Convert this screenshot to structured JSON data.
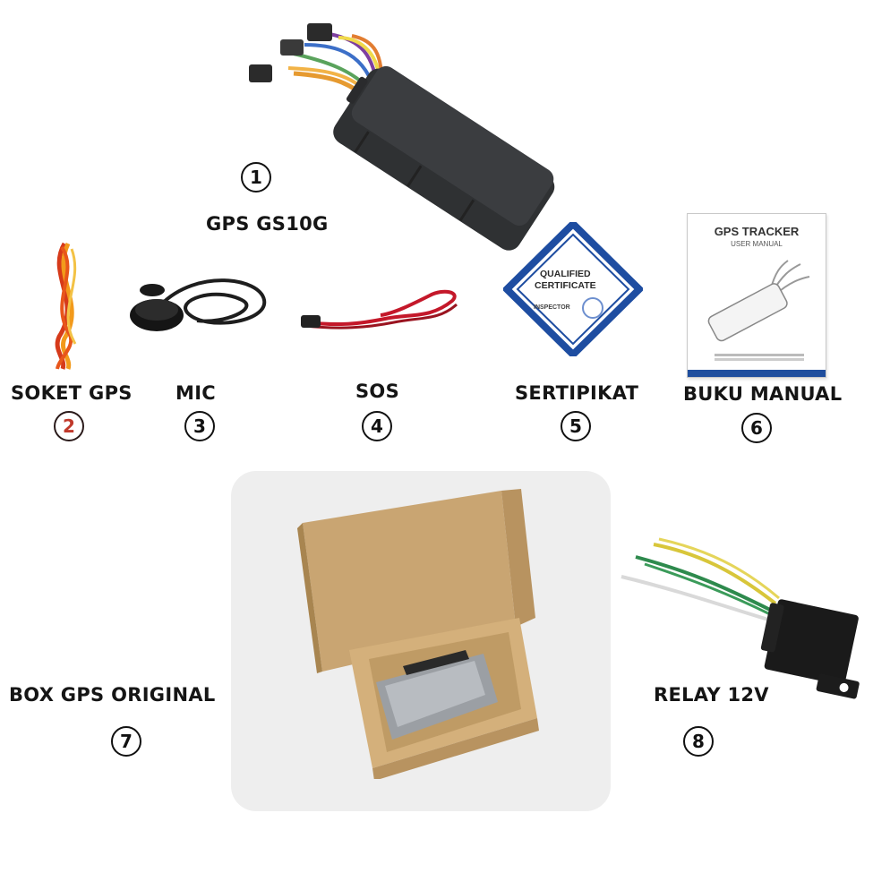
{
  "items": [
    {
      "number": "1",
      "label": "GPS GS10G"
    },
    {
      "number": "2",
      "label": "SOKET GPS"
    },
    {
      "number": "3",
      "label": "MIC"
    },
    {
      "number": "4",
      "label": "SOS"
    },
    {
      "number": "5",
      "label": "SERTIPIKAT"
    },
    {
      "number": "6",
      "label": "BUKU MANUAL"
    },
    {
      "number": "7",
      "label": "BOX GPS ORIGINAL"
    },
    {
      "number": "8",
      "label": "RELAY 12V"
    }
  ],
  "certificate": {
    "line1": "QUALIFIED",
    "line2": "CERTIFICATE",
    "line3": "INSPECTOR"
  },
  "manual": {
    "title": "GPS TRACKER",
    "subtitle": "USER MANUAL"
  },
  "colors": {
    "number_red": "#c0392b",
    "number_black": "#111111",
    "manual_bar": "#1f4e9e",
    "cert_blue": "#1e4da1"
  },
  "icons": [
    "gps-tracker-device",
    "wire-harness",
    "microphone",
    "sos-button",
    "certificate-sticker",
    "user-manual-booklet",
    "cardboard-box",
    "relay"
  ]
}
